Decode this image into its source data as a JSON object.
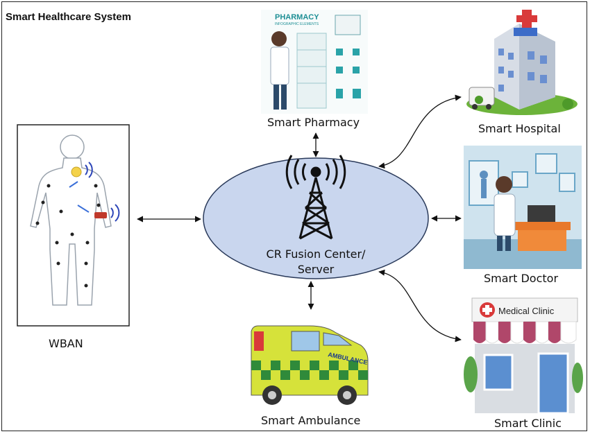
{
  "title": "Smart Healthcare System",
  "center": {
    "line1": "CR Fusion Center/",
    "line2": "Server"
  },
  "nodes": {
    "pharmacy": {
      "label": "Smart Pharmacy",
      "sign": "PHARMACY",
      "sign_sub": "INFOGRAPHIC ELEMENTS"
    },
    "hospital": {
      "label": "Smart Hospital"
    },
    "doctor": {
      "label": "Smart Doctor"
    },
    "clinic": {
      "label": "Smart Clinic",
      "sign": "Medical Clinic"
    },
    "ambulance": {
      "label": "Smart Ambulance",
      "side_text": "AMBULANCE"
    },
    "wban": {
      "label": "WBAN"
    }
  },
  "colors": {
    "ellipse_fill": "#c9d6ee",
    "ellipse_stroke": "#2a3a5a",
    "clinic_awning": "#b0476a",
    "ambulance_yellow": "#d6e23a",
    "ambulance_green": "#2f8a3a",
    "hospital_green": "#6cb33a",
    "doctor_bg": "#cfe3ee"
  },
  "icons": [
    "tower-icon",
    "human-body-icon",
    "pharmacy-illustration",
    "hospital-illustration",
    "doctor-illustration",
    "clinic-illustration",
    "ambulance-illustration"
  ]
}
